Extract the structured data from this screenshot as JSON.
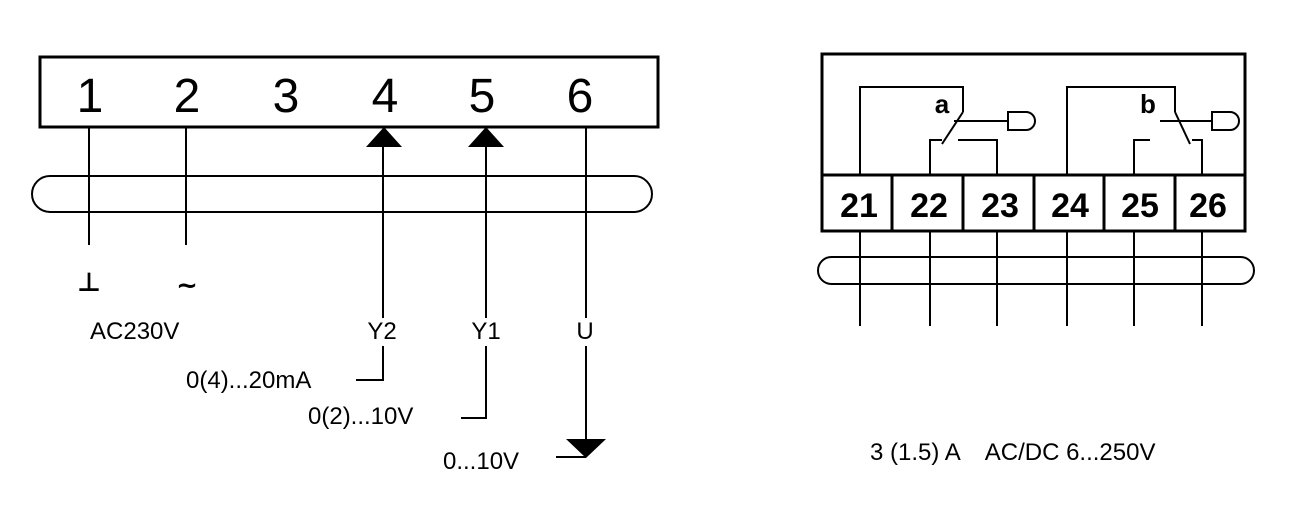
{
  "left_terminal": {
    "numbers": [
      "1",
      "2",
      "3",
      "4",
      "5",
      "6"
    ]
  },
  "left_labels": {
    "ground_symbol": "⊥",
    "ac_symbol": "~",
    "supply": "AC230V",
    "y2": "Y2",
    "y1": "Y1",
    "u": "U",
    "range_y2": "0(4)...20mA",
    "range_y1": "0(2)...10V",
    "range_u": "0...10V"
  },
  "right_terminal": {
    "numbers": [
      "21",
      "22",
      "23",
      "24",
      "25",
      "26"
    ],
    "switch_a": "a",
    "switch_b": "b"
  },
  "rating": "3 (1.5) A    AC/DC 6...250V"
}
